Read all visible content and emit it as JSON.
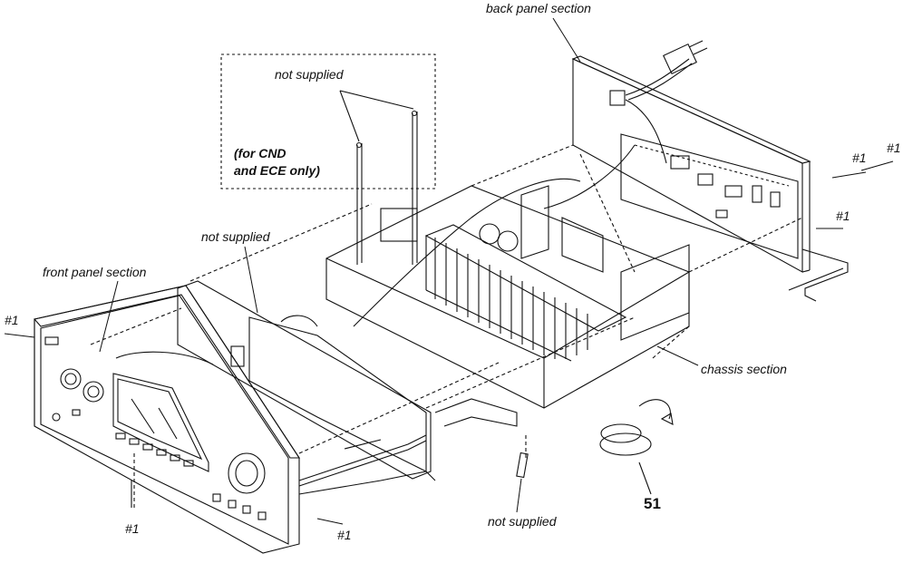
{
  "labels": {
    "back_panel": "back panel section",
    "not_supplied_top": "not supplied",
    "for_cnd": "(for CND",
    "and_ece": "and ECE only)",
    "not_supplied_left": "not supplied",
    "front_panel": "front panel section",
    "chassis": "chassis section",
    "not_supplied_bottom": "not supplied",
    "part_51": "51"
  },
  "screws": {
    "left": "#1",
    "bottom_left": "#1",
    "bottom_mid": "#1",
    "right_a": "#1",
    "right_b": "#1",
    "right_c": "#1"
  }
}
